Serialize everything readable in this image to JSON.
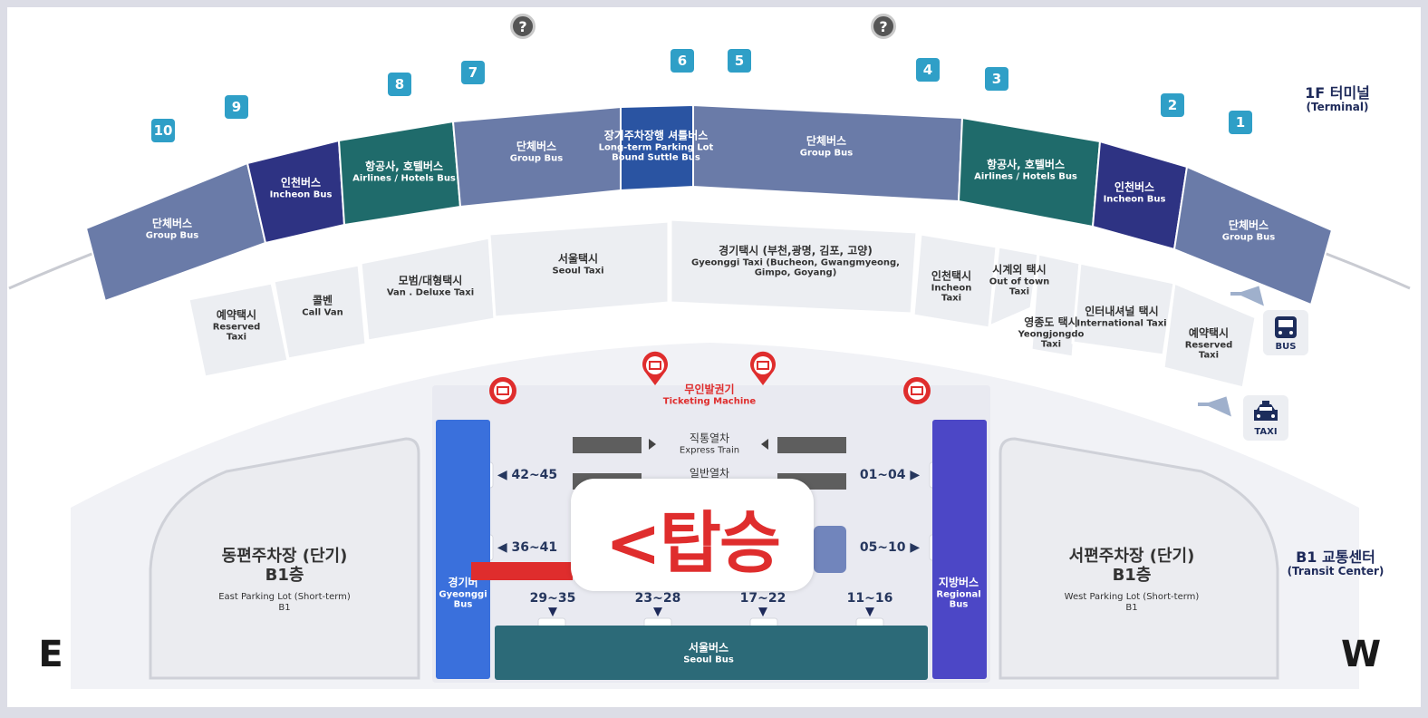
{
  "levels": {
    "upper": {
      "ko": "1F 터미널",
      "en": "(Terminal)"
    },
    "lower": {
      "ko": "B1 교통센터",
      "en": "(Transit Center)"
    }
  },
  "directions": {
    "east": "E",
    "west": "W"
  },
  "help_marks": [
    "?",
    "?"
  ],
  "gates": [
    "10",
    "9",
    "8",
    "7",
    "6",
    "5",
    "4",
    "3",
    "2",
    "1"
  ],
  "bus_zones": [
    {
      "ko": "단체버스",
      "en": "Group Bus",
      "color": "#6a7ba8"
    },
    {
      "ko": "인천버스",
      "en": "Incheon Bus",
      "color": "#2e3383"
    },
    {
      "ko": "항공사, 호텔버스",
      "en": "Airlines / Hotels Bus",
      "color": "#1f6b6b"
    },
    {
      "ko": "단체버스",
      "en": "Group Bus",
      "color": "#6a7ba8"
    },
    {
      "ko": "장기주차장행 셔틀버스",
      "en": "Long-term Parking Lot Bound Suttle Bus",
      "color": "#2a54a2"
    },
    {
      "ko": "단체버스",
      "en": "Group Bus",
      "color": "#6a7ba8"
    },
    {
      "ko": "항공사, 호텔버스",
      "en": "Airlines / Hotels Bus",
      "color": "#1f6b6b"
    },
    {
      "ko": "인천버스",
      "en": "Incheon Bus",
      "color": "#2e3383"
    },
    {
      "ko": "단체버스",
      "en": "Group Bus",
      "color": "#6a7ba8"
    }
  ],
  "taxi_zones": [
    {
      "ko": "예약택시",
      "en": "Reserved Taxi"
    },
    {
      "ko": "콜벤",
      "en": "Call Van"
    },
    {
      "ko": "모범/대형택시",
      "en": "Van . Deluxe Taxi"
    },
    {
      "ko": "서울택시",
      "en": "Seoul Taxi"
    },
    {
      "ko": "경기택시 (부천,광명, 김포, 고양)",
      "en": "Gyeonggi Taxi (Bucheon, Gwangmyeong, Gimpo, Goyang)"
    },
    {
      "ko": "인천택시",
      "en": "Incheon Taxi"
    },
    {
      "ko": "시계외 택시",
      "en": "Out of town Taxi"
    },
    {
      "ko": "영종도 택시",
      "en": "Yeongjongdo Taxi"
    },
    {
      "ko": "인터내셔널 택시",
      "en": "International Taxi"
    },
    {
      "ko": "예약택시",
      "en": "Reserved Taxi"
    }
  ],
  "side_icons": {
    "bus": "BUS",
    "taxi": "TAXI"
  },
  "ticketing": {
    "ko": "무인발권기",
    "en": "Ticketing Machine"
  },
  "trains": {
    "express": {
      "ko": "직통열차",
      "en": "Express Train"
    },
    "general": {
      "ko": "일반열차",
      "en": ""
    }
  },
  "platform_ranges": {
    "left_top": "42~45",
    "left_mid": "36~41",
    "right_top": "01~04",
    "right_mid": "05~10",
    "bottom": [
      "29~35",
      "23~28",
      "17~22",
      "11~16"
    ]
  },
  "bus_sides": {
    "gyeonggi": {
      "ko": "경기버",
      "en1": "Gyeonggi",
      "en2": "Bus",
      "color": "#3a70dc"
    },
    "regional": {
      "ko": "지방버스",
      "en1": "Regional",
      "en2": "Bus",
      "color": "#4c47c6"
    },
    "seoul": {
      "ko": "서울버스",
      "en": "Seoul Bus",
      "color": "#2c6a78"
    }
  },
  "parking": {
    "east": {
      "title": "동편주차장 (단기)",
      "floor": "B1층",
      "en1": "East Parking Lot (Short-term)",
      "en2": "B1"
    },
    "west": {
      "title": "서편주차장 (단기)",
      "floor": "B1층",
      "en1": "West Parking Lot (Short-term)",
      "en2": "B1"
    }
  },
  "overlay_text": "<탑승",
  "colors": {
    "gate": "#2f9fc7",
    "taxi_zone": "#eceef2",
    "accent_red": "#df2d2d",
    "navy": "#1e2a5a"
  }
}
